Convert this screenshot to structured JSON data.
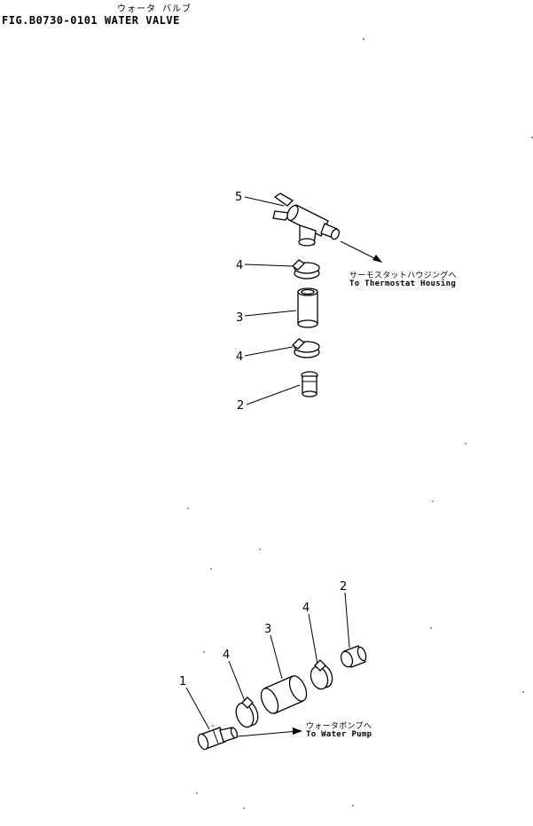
{
  "header": {
    "title_jp": "ウォータ バルブ",
    "title_en": "FIG.B0730-0101  WATER VALVE"
  },
  "upper_assembly": {
    "callouts": [
      "5",
      "4",
      "3",
      "4",
      "2"
    ],
    "note_jp": "サーモスタットハウジングへ",
    "note_en": "To Thermostat Housing"
  },
  "lower_assembly": {
    "callouts": [
      "1",
      "4",
      "3",
      "4",
      "2"
    ],
    "note_jp": "ウォータポンプへ",
    "note_en": "To Water Pump"
  }
}
